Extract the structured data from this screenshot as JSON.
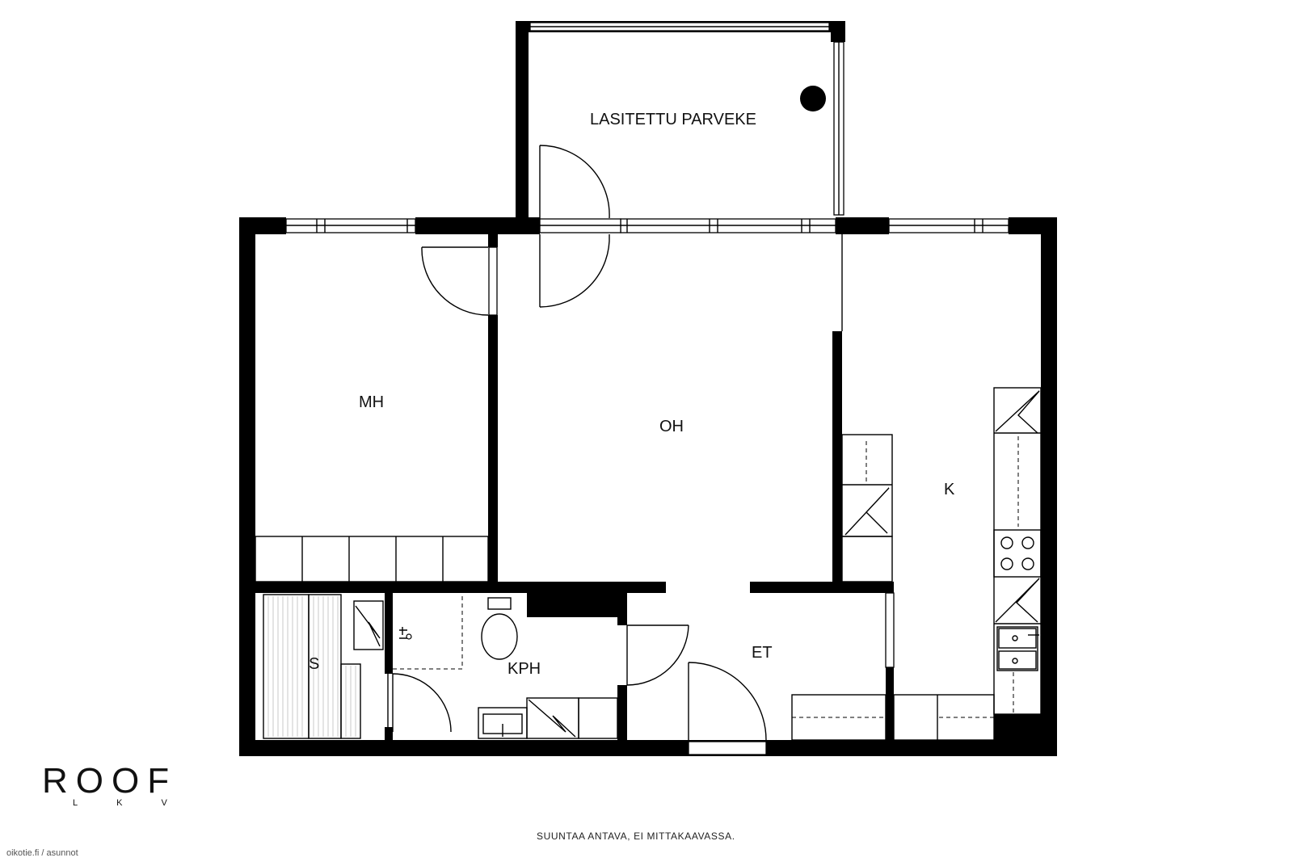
{
  "rooms": {
    "balcony": "LASITETTU PARVEKE",
    "bedroom": "MH",
    "living": "OH",
    "kitchen": "K",
    "hall": "ET",
    "bathroom": "KPH",
    "sauna": "S"
  },
  "logo": {
    "name": "ROOF",
    "sub": "LKV"
  },
  "note": "SUUNTAA ANTAVA, EI MITTAKAAVASSA.",
  "watermark": "oikotie.fi / asunnot",
  "colors": {
    "wall": "#000000",
    "background": "#ffffff"
  }
}
